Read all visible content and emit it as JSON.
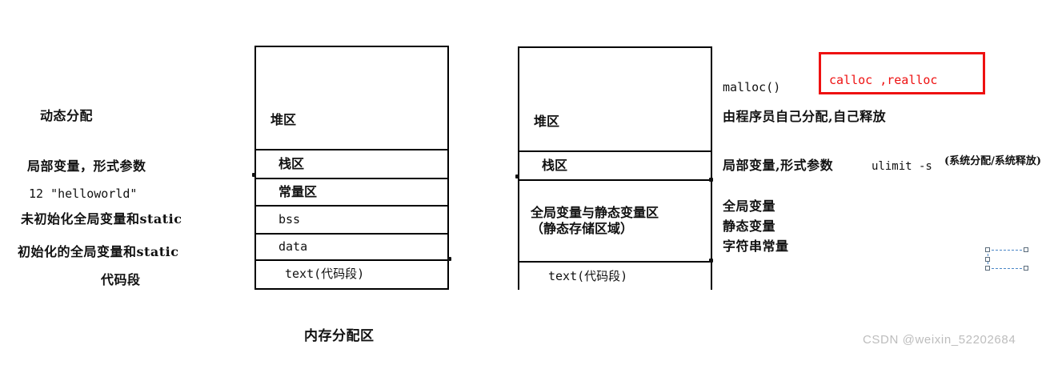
{
  "figure": {
    "caption": "内存分配区",
    "watermark": "CSDN @weixin_52202684"
  },
  "left_annotations": {
    "items": [
      {
        "text": "动态分配"
      },
      {
        "text": "局部变量，形式参数"
      },
      {
        "text": "12 \"helloworld\""
      },
      {
        "text": "未初始化全局变量和static"
      },
      {
        "text": "初始化的全局变量和static"
      },
      {
        "text": "代码段"
      }
    ]
  },
  "diagram_left": {
    "name": "内存分配区",
    "rows": [
      {
        "label": "堆区",
        "kind": "cjk"
      },
      {
        "label": "栈区",
        "kind": "cjk"
      },
      {
        "label": "常量区",
        "kind": "cjk"
      },
      {
        "label": "bss",
        "kind": "mono"
      },
      {
        "label": "data",
        "kind": "mono"
      },
      {
        "label": "text(代码段)",
        "kind": "mono"
      }
    ]
  },
  "diagram_right": {
    "rows": [
      {
        "label": "堆区",
        "kind": "cjk"
      },
      {
        "label": "栈区",
        "kind": "cjk"
      },
      {
        "label": "全局变量与静态变量区\n（静态存储区域）",
        "kind": "cjk"
      },
      {
        "label": "text(代码段)",
        "kind": "mono"
      }
    ]
  },
  "right_annotations": {
    "malloc": "malloc()",
    "heap_note": "由程序员自己分配,自己释放",
    "stack_note": "局部变量,形式参数",
    "ulimit": "ulimit -s",
    "system_note": "(系统分配/系统释放)",
    "static_notes": [
      "全局变量",
      "静态变量",
      "字符串常量"
    ]
  },
  "callout": {
    "text": "calloc ,realloc",
    "color": "#ee1111"
  },
  "colors": {
    "stroke": "#000000",
    "text": "#111111",
    "accent_red": "#ee1111",
    "selection_blue": "#4a87c7",
    "watermark_gray": "#bdbdbd",
    "background": "#ffffff"
  }
}
